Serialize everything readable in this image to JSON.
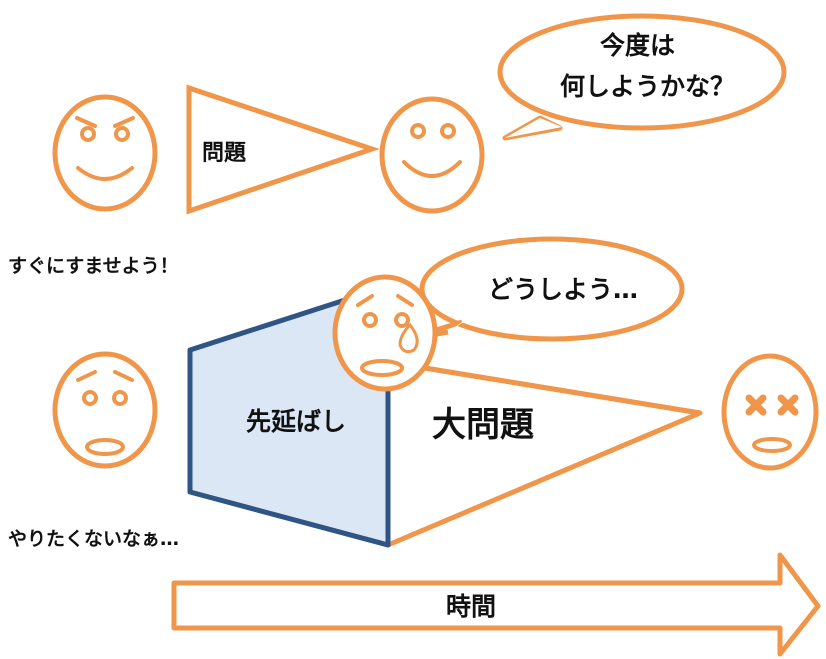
{
  "labels": {
    "problem": "問題",
    "procrastination": "先延ばし",
    "big_problem": "大問題",
    "time": "時間",
    "caption_quick": "すぐにすませよう！",
    "caption_reluctant": "やりたくないなぁ…",
    "bubble_next_line1": "今度は",
    "bubble_next_line2": "何しようかな？",
    "bubble_worry": "どうしよう…"
  },
  "colors": {
    "orange": "#f0964a",
    "blue_fill": "#dbe7f4",
    "blue_stroke": "#2f5585",
    "text": "#111111",
    "background": "#ffffff"
  },
  "icons": {
    "face_determined": "determined-face-icon",
    "face_happy": "happy-face-icon",
    "face_worried": "worried-face-icon",
    "face_crying": "crying-face-icon",
    "face_dead": "dead-face-icon"
  }
}
